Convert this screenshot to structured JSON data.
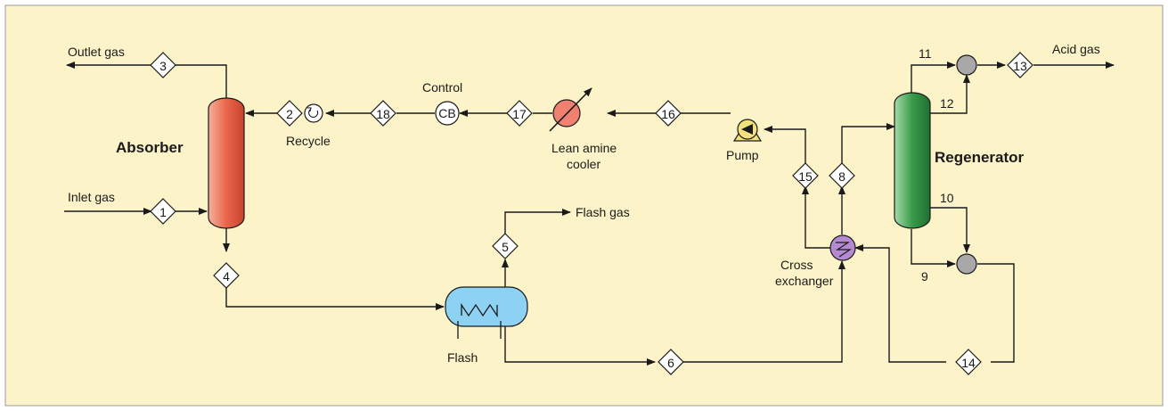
{
  "colors": {
    "background": "#fdf3c8",
    "absorber": "#e9664a",
    "regenerator": "#3a9a4a",
    "flash_vessel": "#8dd2f2",
    "cooler": "#f08070",
    "cross_exchanger": "#b68ad0",
    "pump": "#f3e27a",
    "mixer": "#a8a8a8"
  },
  "labels": {
    "outlet_gas": "Outlet gas",
    "inlet_gas": "Inlet gas",
    "absorber": "Absorber",
    "recycle": "Recycle",
    "control": "Control",
    "cb": "CB",
    "lean_amine_cooler_1": "Lean amine",
    "lean_amine_cooler_2": "cooler",
    "pump": "Pump",
    "regenerator": "Regenerator",
    "acid_gas": "Acid gas",
    "flash_gas": "Flash gas",
    "flash": "Flash",
    "cross_exchanger_1": "Cross",
    "cross_exchanger_2": "exchanger"
  },
  "stream_labels": {
    "s9": "9",
    "s10": "10",
    "s11": "11",
    "s12": "12"
  },
  "stream_tags": [
    {
      "id": "1",
      "icon": "diamond-stream-tag"
    },
    {
      "id": "2",
      "icon": "diamond-stream-tag"
    },
    {
      "id": "3",
      "icon": "diamond-stream-tag"
    },
    {
      "id": "4",
      "icon": "diamond-stream-tag"
    },
    {
      "id": "5",
      "icon": "diamond-stream-tag"
    },
    {
      "id": "6",
      "icon": "diamond-stream-tag"
    },
    {
      "id": "8",
      "icon": "diamond-stream-tag"
    },
    {
      "id": "13",
      "icon": "diamond-stream-tag"
    },
    {
      "id": "14",
      "icon": "diamond-stream-tag"
    },
    {
      "id": "15",
      "icon": "diamond-stream-tag"
    },
    {
      "id": "16",
      "icon": "diamond-stream-tag"
    },
    {
      "id": "17",
      "icon": "diamond-stream-tag"
    },
    {
      "id": "18",
      "icon": "diamond-stream-tag"
    }
  ]
}
